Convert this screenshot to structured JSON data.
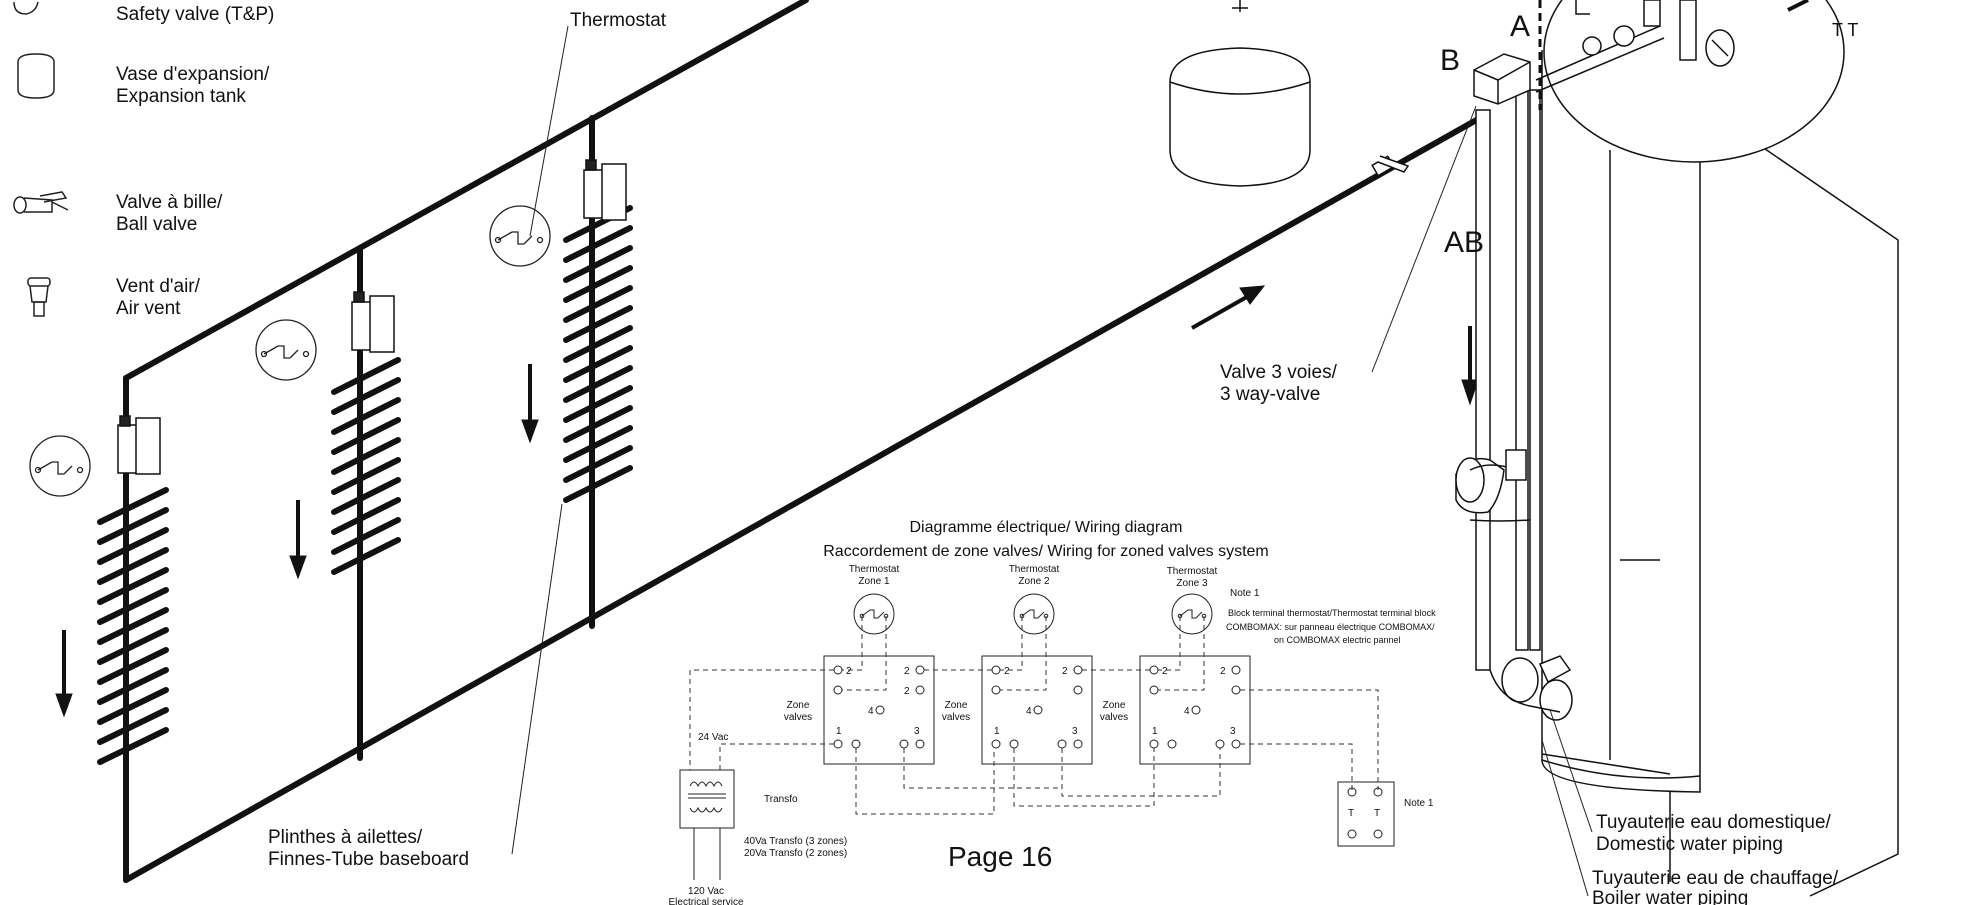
{
  "legend": {
    "safety_valve": "Safety valve (T&P)",
    "expansion_fr": "Vase d'expansion/",
    "expansion_en": "Expansion tank",
    "ball_fr": "Valve à bille/",
    "ball_en": "Ball valve",
    "vent_fr": "Vent d'air/",
    "vent_en": "Air vent"
  },
  "labels": {
    "thermostat": "Thermostat",
    "letter_a": "A",
    "letter_b": "B",
    "letter_ab": "AB",
    "tt": "T T",
    "valve3_fr": "Valve 3 voies/",
    "valve3_en": "3 way-valve",
    "baseboard_fr": "Plinthes à ailettes/",
    "baseboard_en": "Finnes-Tube baseboard",
    "domestic_fr": "Tuyauterie eau domestique/",
    "domestic_en": "Domestic water piping",
    "boiler_fr": "Tuyauterie eau de chauffage/",
    "boiler_en": "Boiler water piping",
    "page": "Page 16"
  },
  "wiring": {
    "title1": "Diagramme électrique/ Wiring diagram",
    "title2": "Raccordement de zone valves/ Wiring for zoned valves system",
    "thermostat_word": "Thermostat",
    "zones": [
      "Zone 1",
      "Zone 2",
      "Zone 3"
    ],
    "zone_valves_l1": "Zone",
    "zone_valves_l2": "valves",
    "t_num_1": "1",
    "t_num_2": "2",
    "t_num_3": "3",
    "t_num_4": "4",
    "note1": "Note 1",
    "note_line1": "Block terminal thermostat/Thermostat terminal block",
    "note_line2": "COMBOMAX: sur panneau électrique COMBOMAX/",
    "note_line3": "on COMBOMAX electric pannel",
    "note_block_label": "Note 1",
    "block_t": "T",
    "v24": "24 Vac",
    "transfo": "Transfo",
    "transfo_40": "40Va Transfo (3 zones)",
    "transfo_20": "20Va Transfo (2 zones)",
    "v120": "120 Vac",
    "service": "Electrical service"
  }
}
